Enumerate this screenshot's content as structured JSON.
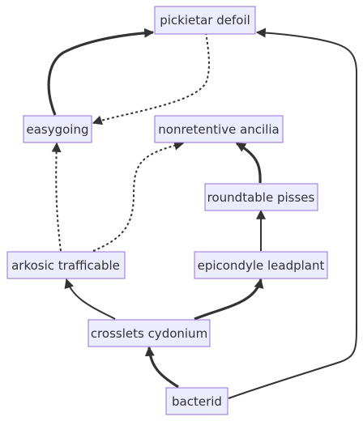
{
  "diagram": {
    "nodes": {
      "pickietar": "pickietar defoil",
      "easygoing": "easygoing",
      "nonretentive": "nonretentive ancilia",
      "roundtable": "roundtable pisses",
      "arkosic": "arkosic trafficable",
      "epicondyle": "epicondyle leadplant",
      "crosslets": "crosslets cydonium",
      "bacterid": "bacterid"
    }
  }
}
